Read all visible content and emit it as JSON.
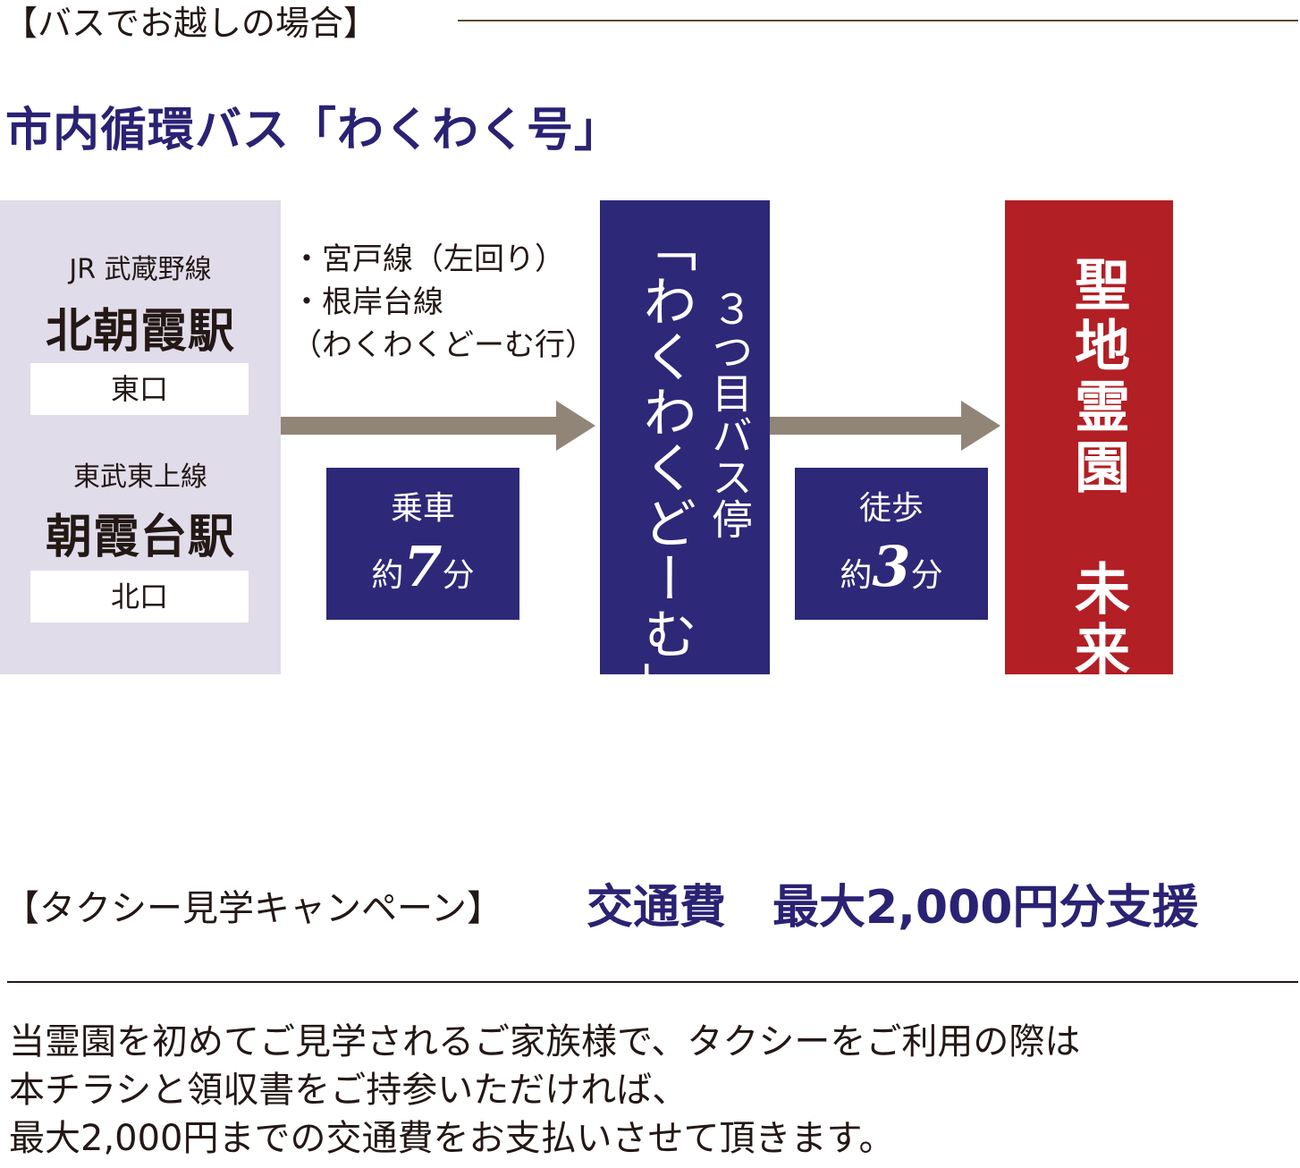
{
  "header": {
    "section_title": "【バスでお越しの場合】",
    "bus_name": "市内循環バス「わくわく号」"
  },
  "stations": {
    "station1": {
      "line": "JR 武蔵野線",
      "name": "北朝霞駅",
      "exit": "東口"
    },
    "station2": {
      "line": "東武東上線",
      "name": "朝霞台駅",
      "exit": "北口"
    }
  },
  "routes": {
    "lines": [
      "・宮戸線（左回り）",
      "・根岸台線",
      "（わくわくどーむ行）"
    ]
  },
  "ride": {
    "label": "乗車",
    "approx": "約",
    "minutes": "7",
    "unit": "分"
  },
  "bus_stop": {
    "name": "「わくわくどーむ」",
    "position": "３つ目バス停"
  },
  "walk": {
    "label": "徒歩",
    "approx": "約",
    "minutes": "3",
    "unit": "分"
  },
  "destination": {
    "name": "聖地霊園　未来"
  },
  "taxi": {
    "label": "【タクシー見学キャンペーン】",
    "offer": "交通費　最大2,000円分支援",
    "body_lines": [
      "当霊園を初めてご見学されるご家族様で、タクシーをご利用の際は",
      "本チラシと領収書をご持参いただければ、",
      "最大2,000円までの交通費をお支払いさせて頂きます。"
    ]
  },
  "colors": {
    "navy": "#2e2878",
    "heading_navy": "#2a2273",
    "red": "#b21f24",
    "lavender": "#e1dce9",
    "arrow": "#918577"
  }
}
